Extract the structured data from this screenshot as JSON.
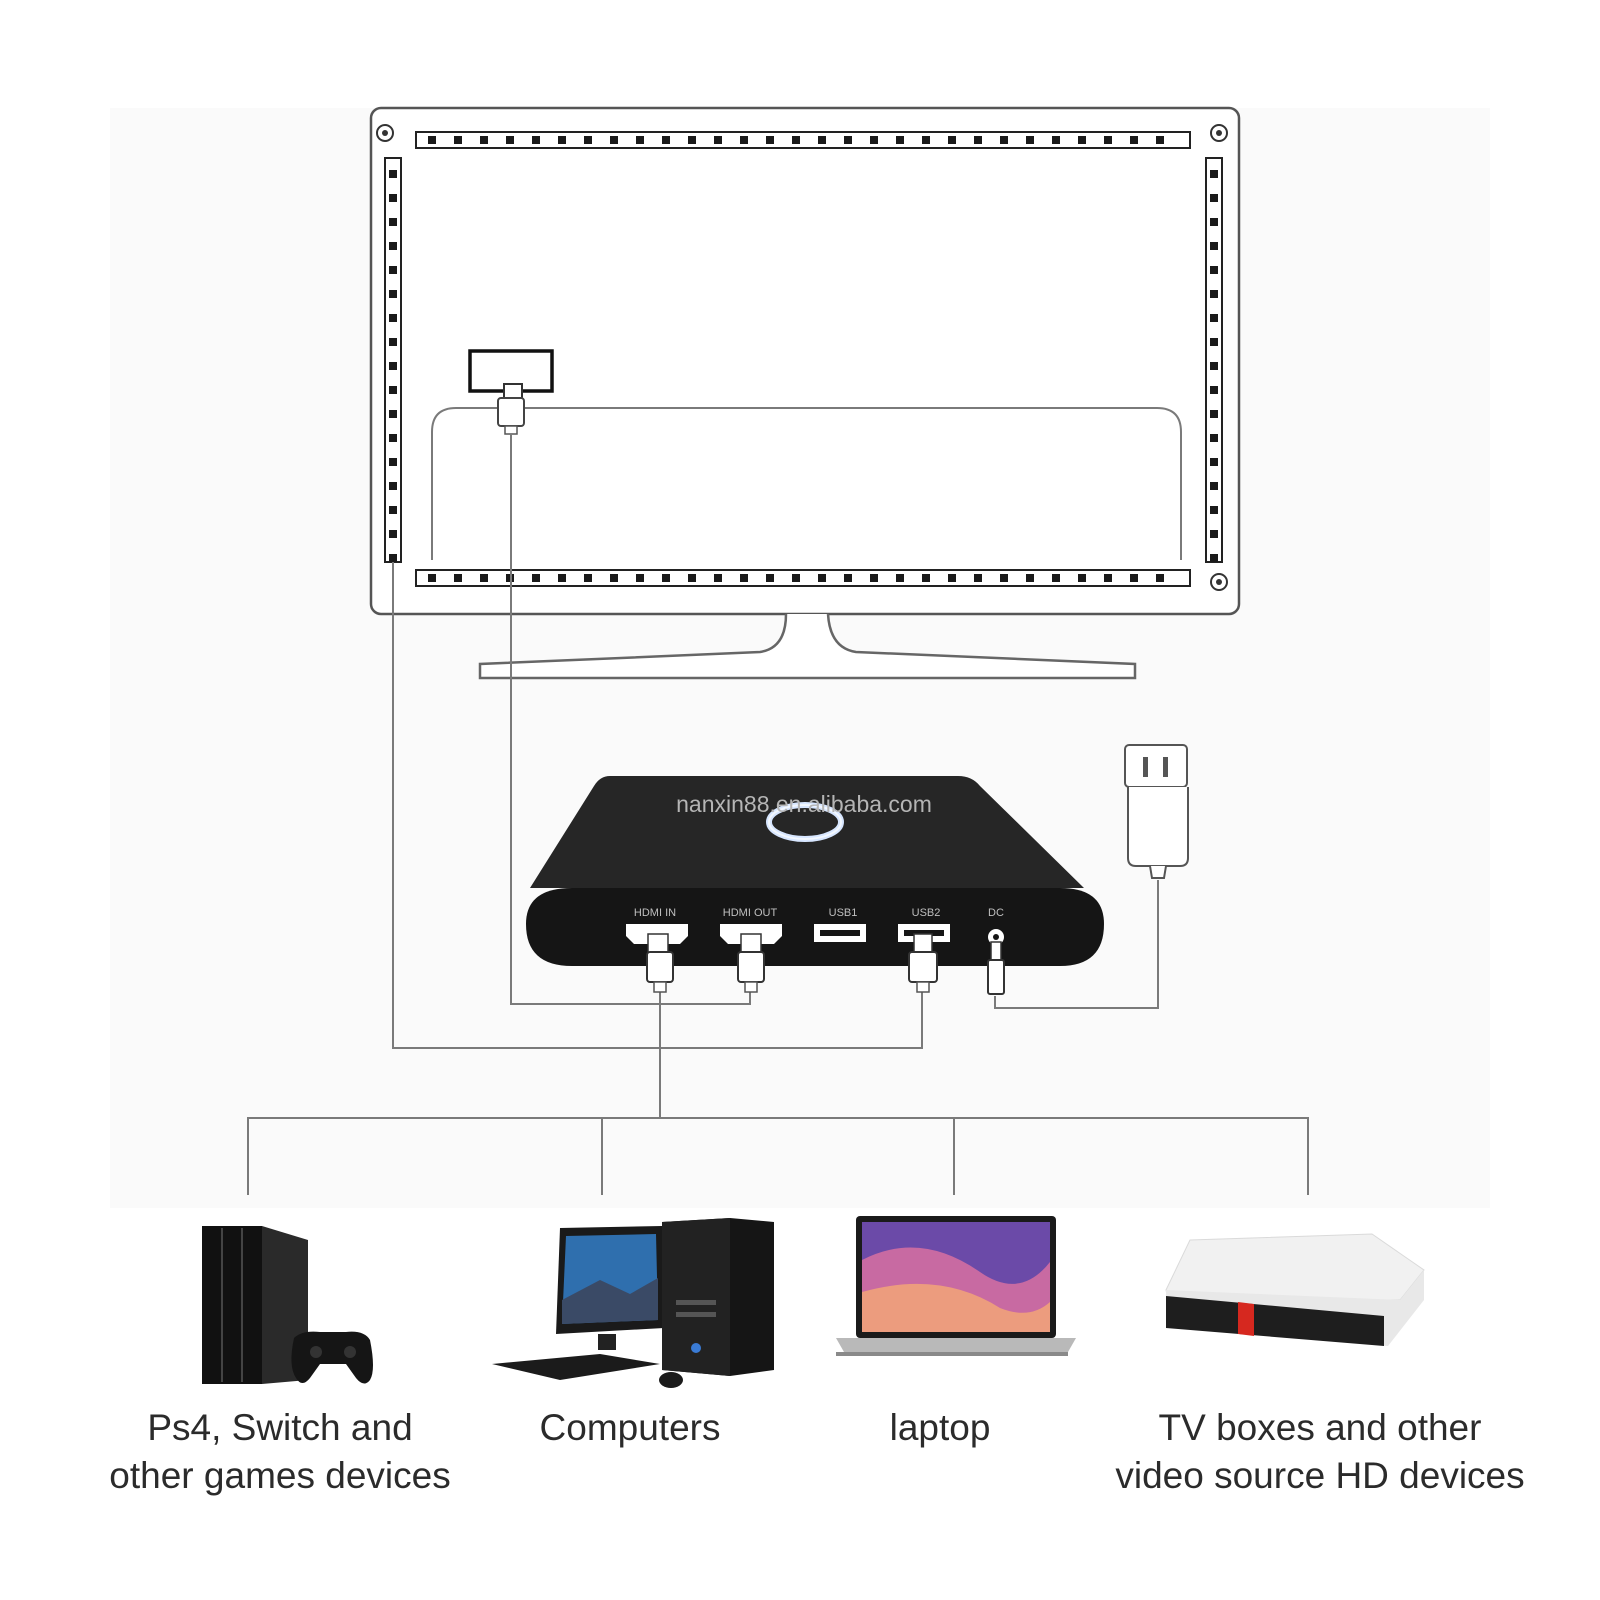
{
  "ports": [
    "HDMI IN",
    "HDMI OUT",
    "USB1",
    "USB2",
    "DC"
  ],
  "watermark": "nanxin88.en.alibaba.com",
  "devices": [
    {
      "icon": "game-console-icon",
      "line1": "Ps4, Switch and",
      "line2": "other games devices"
    },
    {
      "icon": "desktop-computer-icon",
      "line1": "Computers",
      "line2": ""
    },
    {
      "icon": "laptop-icon",
      "line1": "laptop",
      "line2": ""
    },
    {
      "icon": "tv-box-icon",
      "line1": "TV boxes and other",
      "line2": "video source HD devices"
    }
  ],
  "colors": {
    "box": "#1c1c1c",
    "ring": "#d7e6ff",
    "tv_box_accent": "#d6281f",
    "line": "#7a7a7a"
  }
}
